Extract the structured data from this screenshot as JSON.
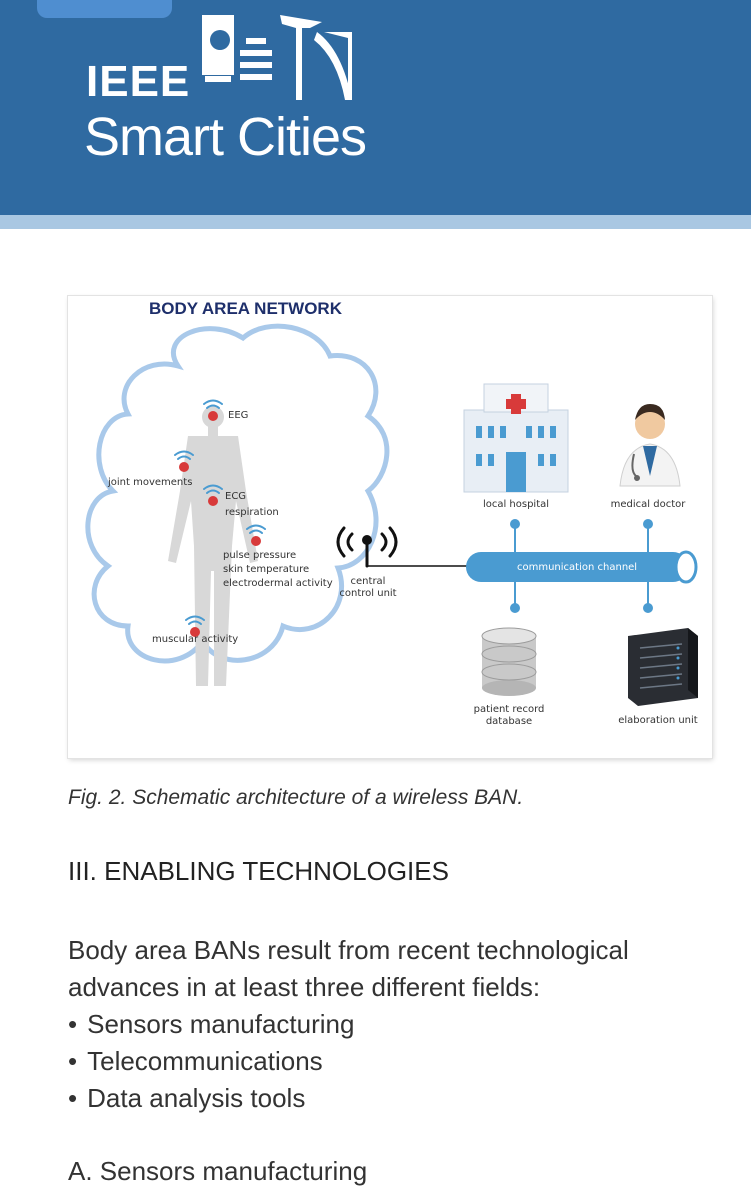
{
  "header": {
    "logo_main": "IEEE",
    "logo_sub": "Smart Cities",
    "colors": {
      "banner": "#2f6aa1",
      "stripe": "#a9c7e2"
    }
  },
  "figure": {
    "title": "BODY AREA NETWORK",
    "sensors": {
      "eeg": "EEG",
      "joint": "joint movements",
      "ecg": "ECG",
      "respiration": "respiration",
      "pulse": "pulse pressure",
      "skin": "skin temperature",
      "electrodermal": "electrodermal activity",
      "muscular": "muscular activity"
    },
    "central_unit": [
      "central",
      "control unit"
    ],
    "nodes": {
      "hospital": "local hospital",
      "doctor": "medical doctor",
      "database": [
        "patient record",
        "database"
      ],
      "elaboration": "elaboration unit"
    },
    "channel": "communication channel",
    "colors": {
      "title": "#1e2f6b",
      "cloud": "#a9c9ea",
      "channel": "#4a9bd1",
      "sensor": "#d83a3a"
    }
  },
  "caption": "Fig. 2. Schematic architecture of a wireless BAN.",
  "section": {
    "heading": "III. ENABLING TECHNOLOGIES",
    "intro": "Body area BANs result from recent technological advances in at least three different fields:",
    "bullets": [
      "Sensors manufacturing",
      "Telecommunications",
      "Data analysis tools"
    ],
    "subheading": "A. Sensors manufacturing"
  }
}
